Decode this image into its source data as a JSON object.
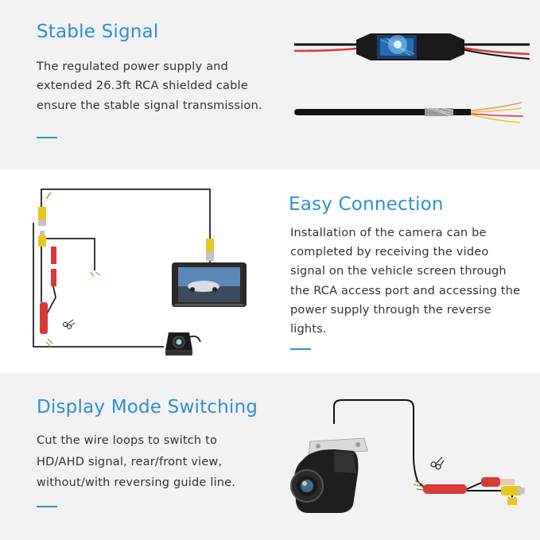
{
  "sections": [
    {
      "title": "Stable Signal",
      "lines": [
        "The regulated power supply and",
        "extended 26.3ft RCA shielded cable",
        "ensure the stable signal transmission."
      ]
    },
    {
      "title": "Easy Connection",
      "lines": [
        "Installation of the camera can be",
        "completed by receiving the video",
        "signal on the vehicle screen through",
        "the RCA access port and accessing the",
        "power supply through the reverse",
        "lights."
      ]
    },
    {
      "title": "Display Mode Switching",
      "lines": [
        "Cut the wire loops to switch to",
        "HD/AHD signal, rear/front view,",
        "without/with reversing guide line."
      ]
    }
  ],
  "icons": {
    "cable_connector": "shielded-cable-connector-icon",
    "cable_stripped": "stripped-cable-icon",
    "wiring": "wiring-diagram-icon",
    "scissors": "scissors-icon",
    "camera": "backup-camera-icon",
    "head_unit": "car-head-unit-icon"
  },
  "colors": {
    "accent": "#2f8fcf",
    "text": "#333333",
    "band_light": "#f2f2f2",
    "band_white": "#ffffff",
    "rca_yellow": "#e8c81e",
    "wire_red": "#d83a3a"
  }
}
